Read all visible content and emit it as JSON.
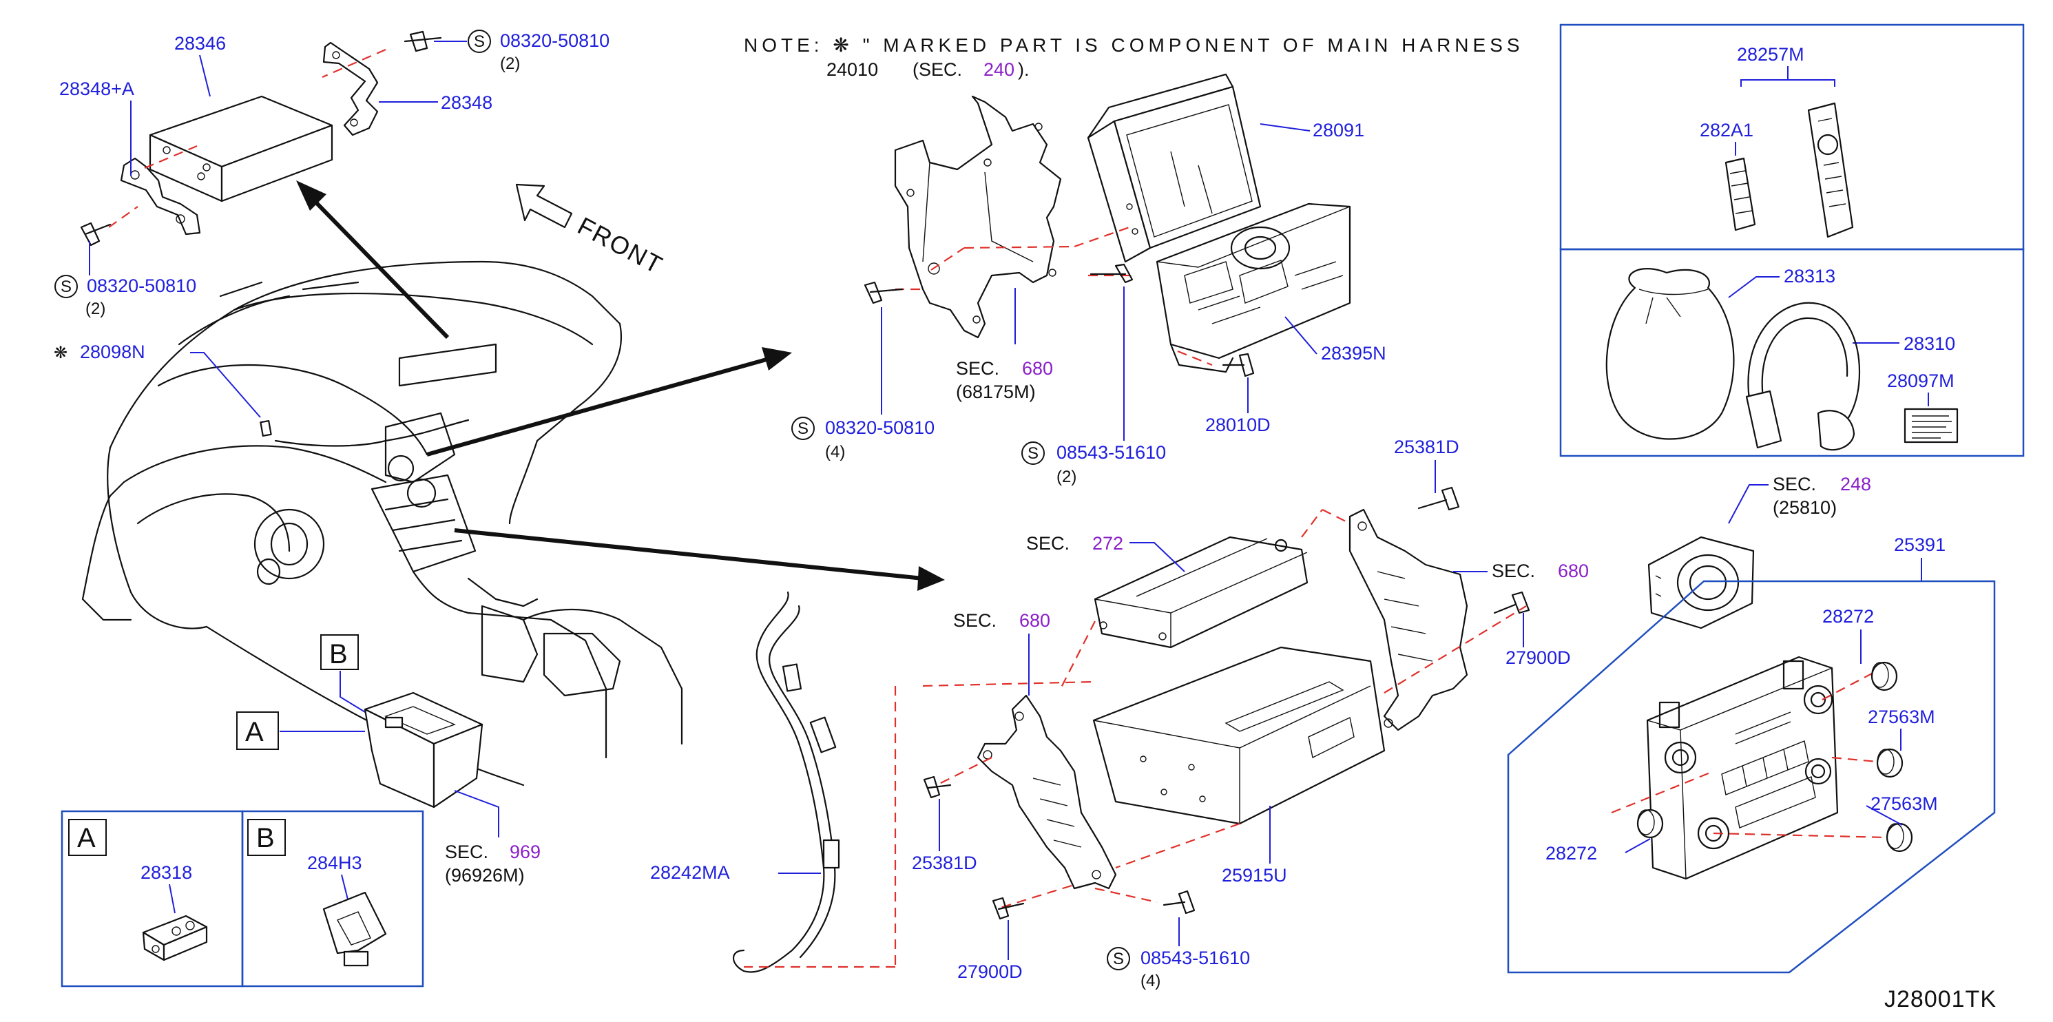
{
  "note": {
    "line1": "NOTE:  ❋  \" MARKED PART IS COMPONENT OF MAIN HARNESS",
    "line2_part": "24010",
    "line2_pre": "(SEC.",
    "line2_sec": "240",
    "line2_post": ")."
  },
  "front_label": "FRONT",
  "diagram_code": "J28001TK",
  "screw_symbol": "S",
  "harness_symbol": "❋",
  "sec_label": "SEC.",
  "parts": {
    "p28346": "28346",
    "p28348A": "28348+A",
    "p28348": "28348",
    "s08320_top": "08320-50810",
    "q_top": "(2)",
    "s08320_left": "08320-50810",
    "q_left": "(2)",
    "p28098N": "28098N",
    "p28091": "28091",
    "p28395N": "28395N",
    "p28010D": "28010D",
    "s08320_mid": "08320-50810",
    "q_mid": "(4)",
    "s08543_mid": "08543-51610",
    "q_mid2": "(2)",
    "p28257M": "28257M",
    "p282A1": "282A1",
    "p28313": "28313",
    "p28310": "28310",
    "p28097M": "28097M",
    "p25381D_top": "25381D",
    "p27900D_r": "27900D",
    "p25915U": "25915U",
    "p25381D_l": "25381D",
    "p27900D_b": "27900D",
    "s08543_bot": "08543-51610",
    "q_bot": "(4)",
    "p28242MA": "28242MA",
    "p25391": "25391",
    "p28272_t": "28272",
    "p27563M_1": "27563M",
    "p27563M_2": "27563M",
    "p28272_b": "28272",
    "p28318": "28318",
    "p284H3": "284H3"
  },
  "sections": {
    "sec680a": {
      "num": "680",
      "ref": "(68175M)"
    },
    "sec272": {
      "num": "272"
    },
    "sec680b": {
      "num": "680"
    },
    "sec680c": {
      "num": "680"
    },
    "sec248": {
      "num": "248",
      "ref": "(25810)"
    },
    "sec969": {
      "num": "969",
      "ref": "(96926M)"
    }
  },
  "inset_labels": {
    "a": "A",
    "b": "B"
  },
  "colors": {
    "part_number": "#1f1fdc",
    "section_number": "#8a1fc8",
    "phantom_line": "#e0302a",
    "frame": "#1f4fbf"
  }
}
